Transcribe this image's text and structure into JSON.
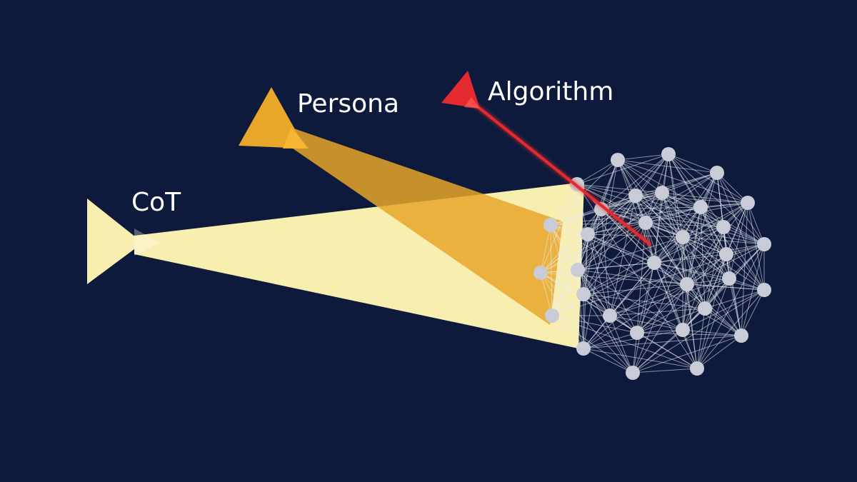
{
  "labels": {
    "cot": "CoT",
    "persona": "Persona",
    "algorithm": "Algorithm"
  },
  "colors": {
    "background": "#0d1a3c",
    "cot_beam": "#f8eeb0",
    "persona_beam": "#e8a62a",
    "algorithm_beam": "#e32a2e",
    "network_node": "#c9ccd6",
    "network_edge": "#e9ecf4"
  },
  "network": {
    "node_count": 32,
    "fully_connected": true
  }
}
